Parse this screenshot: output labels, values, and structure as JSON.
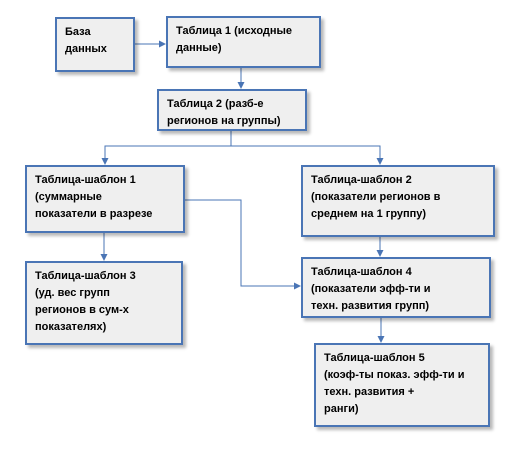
{
  "boxes": {
    "database": {
      "text": "База\nданных"
    },
    "table1": {
      "text": "Таблица 1 (исходные\nданные)"
    },
    "table2": {
      "text": "Таблица 2 (разб-е\nрегионов на группы)"
    },
    "template1": {
      "text": "Таблица-шаблон 1\n(суммарные\nпоказатели в разрезе"
    },
    "template2": {
      "text": "Таблица-шаблон 2\n(показатели регионов в\nсреднем на 1 группу)"
    },
    "template3": {
      "text": "Таблица-шаблон 3\n(уд. вес групп\nрегионов в сум-х\nпоказателях)"
    },
    "template4": {
      "text": "Таблица-шаблон 4\n(показатели эфф-ти и\nтехн. развития групп)"
    },
    "template5": {
      "text": "Таблица-шаблон 5\n(коэф-ты показ. эфф-ти и\nтехн. развития +\nранги)"
    }
  },
  "colors": {
    "border": "#4a75b5",
    "fill": "#efefef",
    "connector": "#4a75b5"
  }
}
